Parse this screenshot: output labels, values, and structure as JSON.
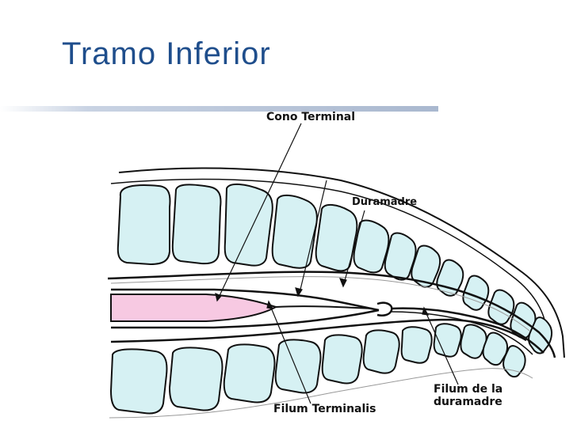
{
  "title": "Tramo Inferior",
  "labels": {
    "cono": "Cono Terminal",
    "duramadre": "Duramadre",
    "filum_terminalis": "Filum Terminalis",
    "filum_duramadre_line1": "Filum de la",
    "filum_duramadre_line2": "duramadre"
  },
  "colors": {
    "title": "#1f4e8c",
    "vertebra_fill": "#d6f1f3",
    "cord_fill": "#f7c9e2",
    "outline": "#111111"
  }
}
